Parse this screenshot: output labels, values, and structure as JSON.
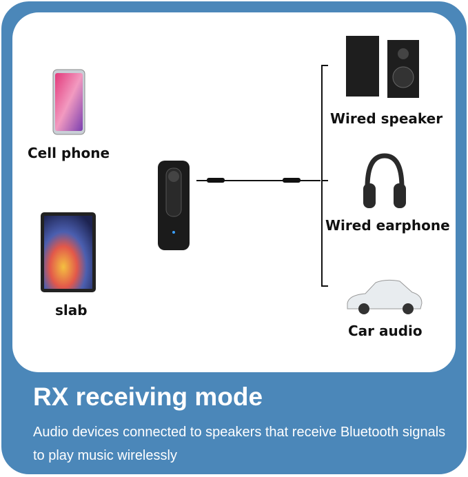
{
  "devices_left": {
    "phone": "Cell phone",
    "tablet": "slab"
  },
  "devices_right": {
    "speaker": "Wired speaker",
    "earphone": "Wired earphone",
    "car": "Car audio"
  },
  "footer": {
    "title": "RX receiving mode",
    "description": "Audio devices connected to speakers that receive Bluetooth signals to play music wirelessly"
  },
  "colors": {
    "brand_blue": "#4b87b9"
  }
}
